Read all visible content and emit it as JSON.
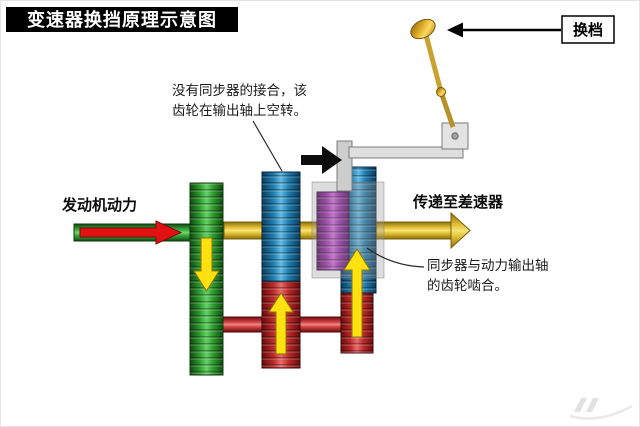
{
  "title": "变速器换挡原理示意图",
  "shift_lever": {
    "label": "换档"
  },
  "power_flow": {
    "input_label": "发动机动力",
    "output_label": "传递至差速器"
  },
  "annotations": {
    "idle_gear": {
      "line1": "没有同步器的接合，该",
      "line2": "齿轮在输出轴上空转。"
    },
    "sync_mesh": {
      "line1": "同步器与动力输出轴",
      "line2": "的齿轮啮合。"
    }
  },
  "icons": [
    {
      "name": "engine-power-arrow",
      "shape": "right-arrow",
      "color": "#e31212"
    },
    {
      "name": "shift-direction-arrow",
      "shape": "right-arrow",
      "color": "#0d0d0d"
    },
    {
      "name": "gearshift-callout-arrow",
      "shape": "left-arrow",
      "color": "#000000"
    },
    {
      "name": "power-flow-arrows",
      "shape": "down-and-up-arrows",
      "color": "#ffe112"
    }
  ],
  "colors": {
    "title_bg": "#000000",
    "title_text": "#ffffff",
    "input_gear_green": "#2f9b2f",
    "output_gear_blue": "#1f7cad",
    "synchronizer_purple": "#9b2fae",
    "counter_gear_red": "#bb2a2a",
    "output_shaft_yellow": "#ddb92f",
    "flow_arrow_yellow": "#ffe112",
    "engine_arrow_red": "#e31212",
    "linkage_gray": "#cdcdcd"
  }
}
